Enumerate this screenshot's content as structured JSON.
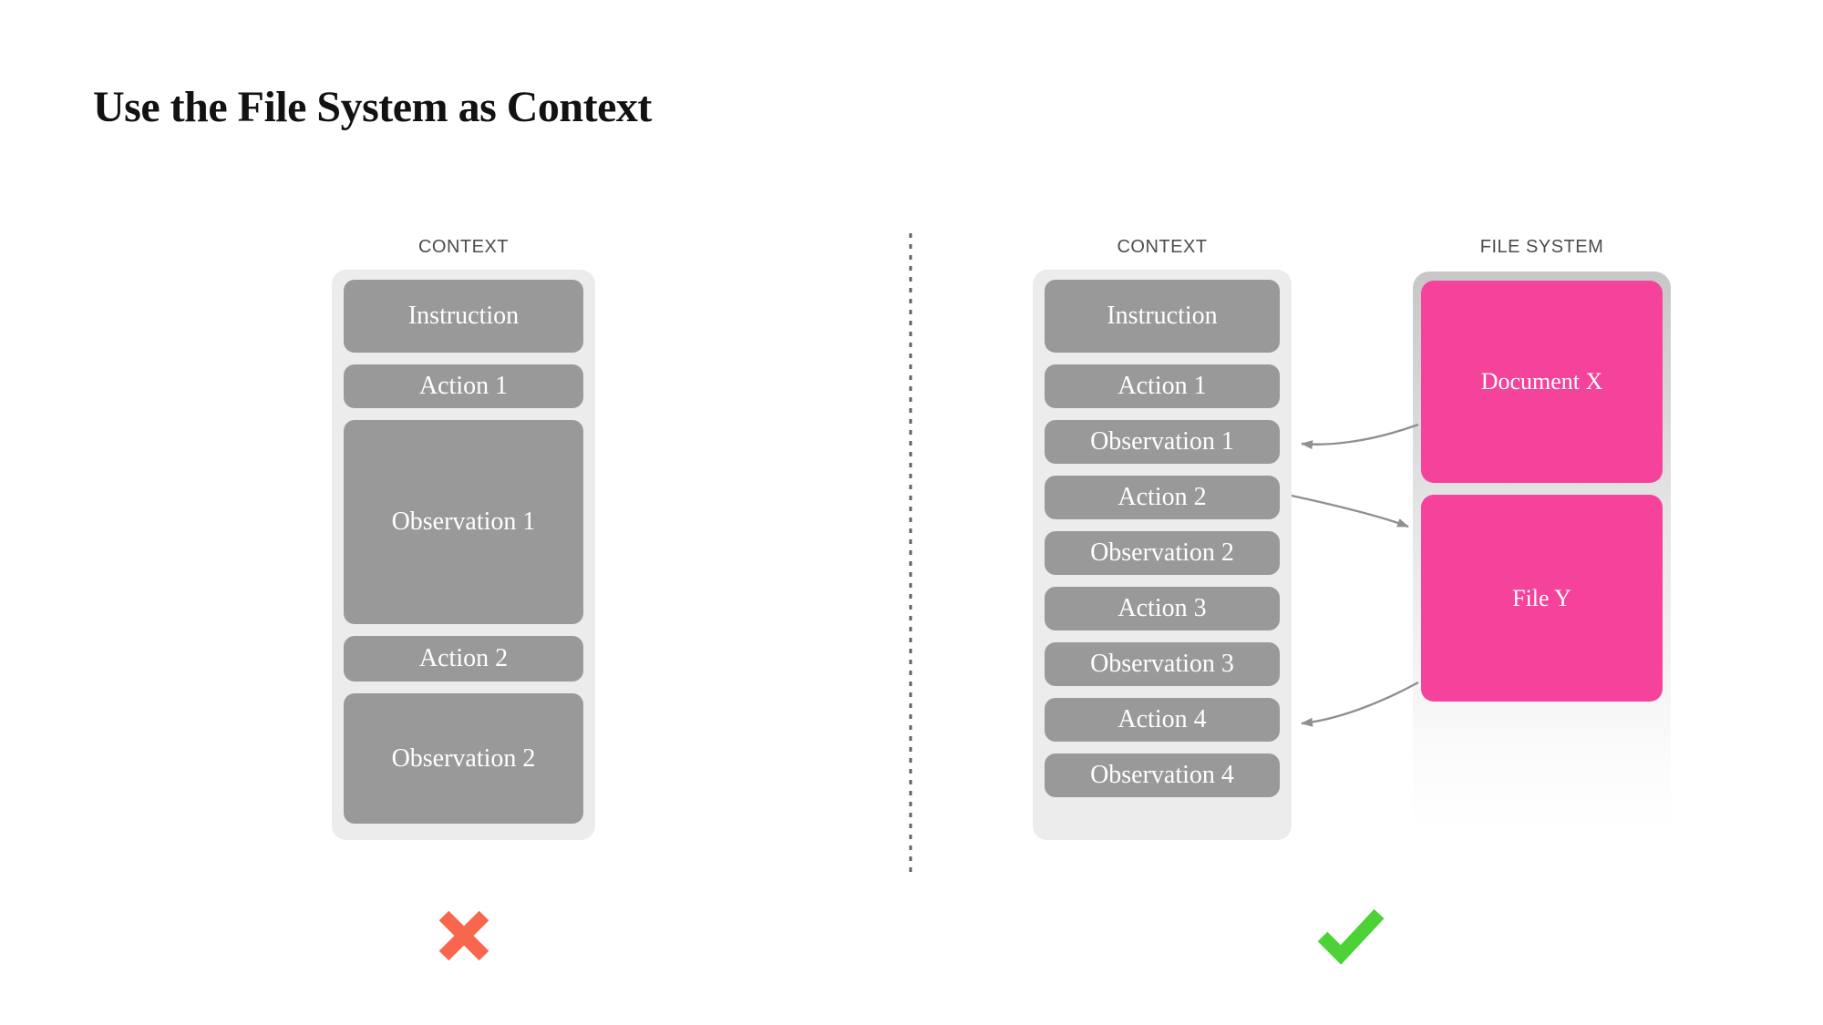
{
  "title": "Use the File System as Context",
  "left_panel": {
    "header": "CONTEXT",
    "boxes": [
      {
        "label": "Instruction"
      },
      {
        "label": "Action 1"
      },
      {
        "label": "Observation 1"
      },
      {
        "label": "Action 2"
      },
      {
        "label": "Observation 2"
      }
    ],
    "verdict": "cross"
  },
  "right_panel": {
    "context": {
      "header": "CONTEXT",
      "boxes": [
        {
          "label": "Instruction"
        },
        {
          "label": "Action 1"
        },
        {
          "label": "Observation 1"
        },
        {
          "label": "Action 2"
        },
        {
          "label": "Observation 2"
        },
        {
          "label": "Action 3"
        },
        {
          "label": "Observation 3"
        },
        {
          "label": "Action 4"
        },
        {
          "label": "Observation 4"
        }
      ]
    },
    "file_system": {
      "header": "FILE SYSTEM",
      "boxes": [
        {
          "label": "Document X"
        },
        {
          "label": "File Y"
        }
      ]
    },
    "arrows": [
      {
        "from": "Document X",
        "to": "Observation 1"
      },
      {
        "from": "Action 2",
        "to": "File Y"
      },
      {
        "from": "File Y",
        "to": "Action 4"
      }
    ],
    "verdict": "check"
  },
  "colors": {
    "box_gray": "#999999",
    "panel_gray": "#ececec",
    "accent_pink": "#f5429b",
    "cross_red": "#f8664e",
    "check_green": "#4cd137",
    "arrow_gray": "#8f8f8f",
    "divider_gray": "#606060"
  }
}
